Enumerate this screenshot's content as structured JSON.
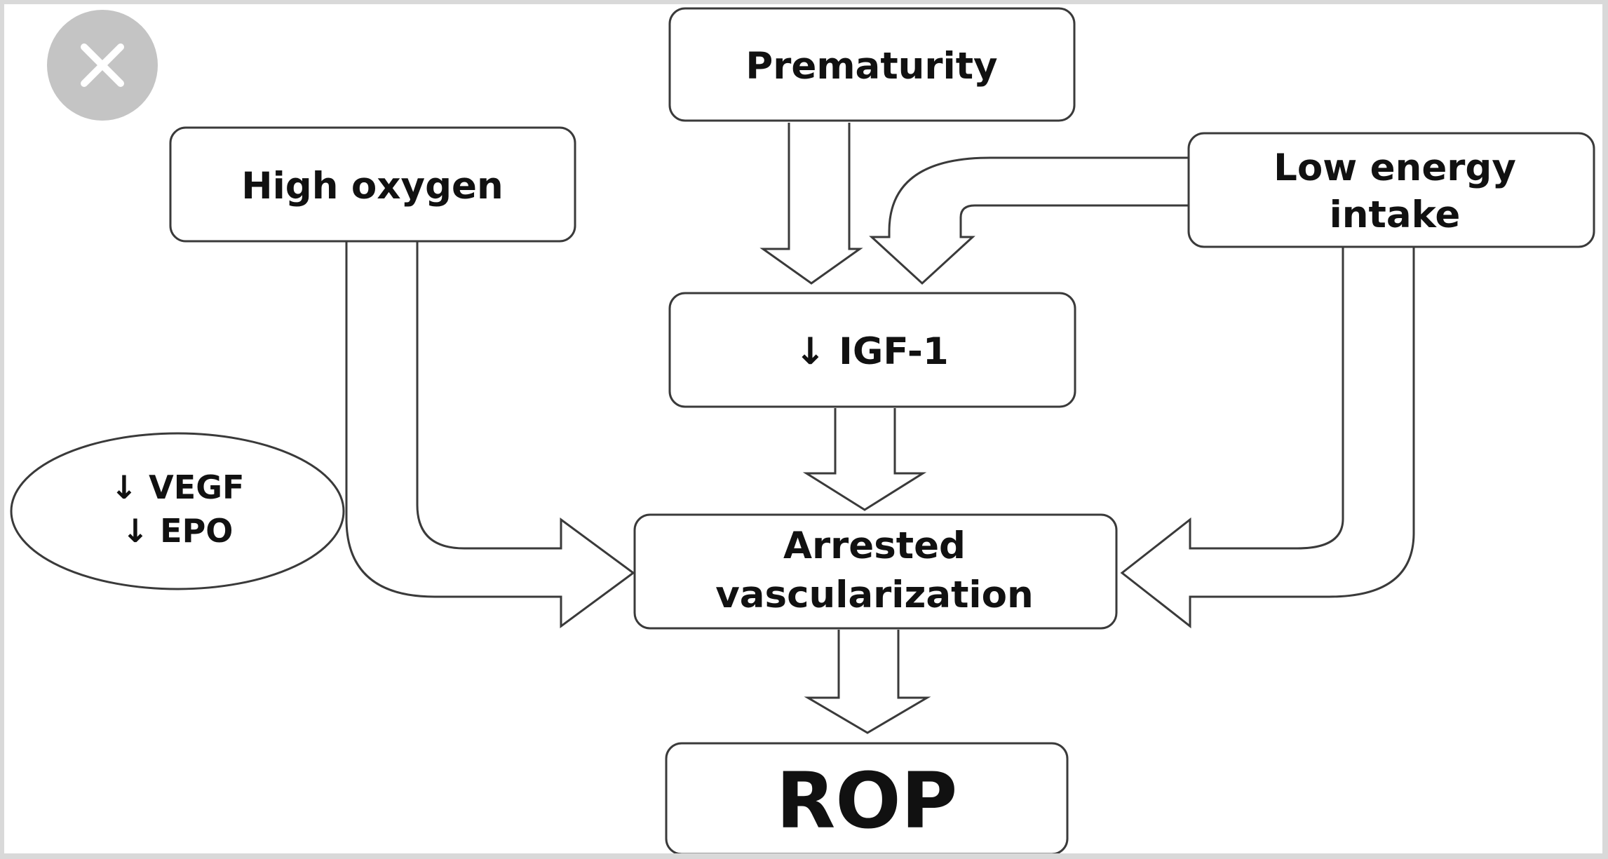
{
  "close_button": {
    "icon": "close-icon",
    "color": "#c4c4c4"
  },
  "nodes": {
    "prematurity": {
      "label": "Prematurity"
    },
    "high_oxygen": {
      "label": "High oxygen"
    },
    "low_energy_intake": {
      "line1": "Low energy",
      "line2": "intake"
    },
    "igf1": {
      "label": "↓ IGF-1"
    },
    "vegf_epo": {
      "line1": "↓ VEGF",
      "line2": "↓ EPO"
    },
    "arrested_vascularization": {
      "line1": "Arrested",
      "line2": "vascularization"
    },
    "rop": {
      "label": "ROP"
    }
  },
  "edges": [
    {
      "from": "Prematurity",
      "to": "↓ IGF-1"
    },
    {
      "from": "Low energy intake",
      "to": "↓ IGF-1"
    },
    {
      "from": "High oxygen",
      "to": "Arrested vascularization"
    },
    {
      "from": "Low energy intake",
      "to": "Arrested vascularization"
    },
    {
      "from": "↓ IGF-1",
      "to": "Arrested vascularization"
    },
    {
      "from": "Arrested vascularization",
      "to": "ROP"
    }
  ]
}
